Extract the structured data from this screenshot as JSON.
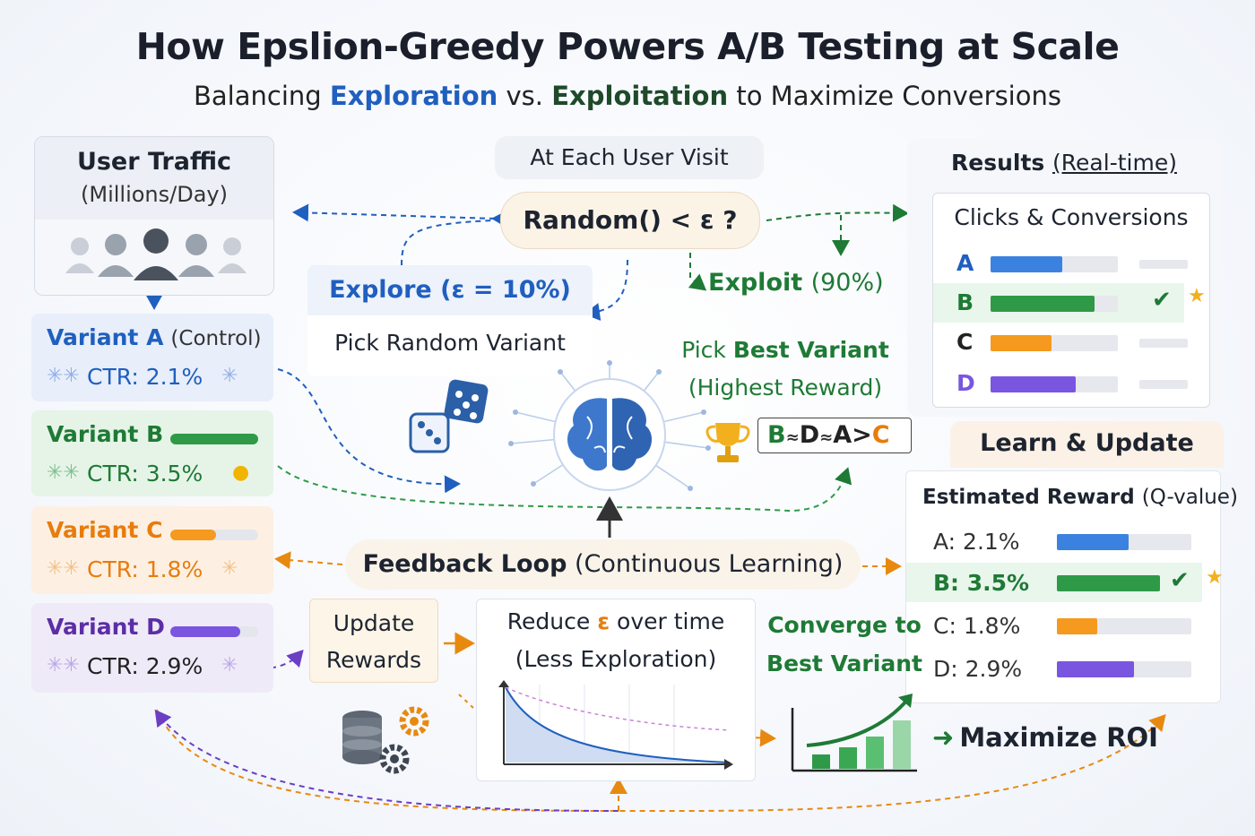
{
  "header": {
    "title": "How Epslion-Greedy Powers A/B Testing at Scale",
    "subtitle_pre": "Balancing ",
    "subtitle_exploration": "Exploration",
    "subtitle_mid": " vs. ",
    "subtitle_exploitation": "Exploitation",
    "subtitle_post": " to Maximize Conversions"
  },
  "traffic": {
    "title": "User Traffic",
    "subtitle": "(Millions/Day)"
  },
  "variants": [
    {
      "name": "Variant A",
      "note": "(Control)",
      "ctr": "CTR: 2.1%",
      "color": "#1f5fbf",
      "bg": "#e8eefa"
    },
    {
      "name": "Variant B",
      "note": "",
      "ctr": "CTR: 3.5%",
      "color": "#1e7a35",
      "bg": "#e6f4e8"
    },
    {
      "name": "Variant C",
      "note": "",
      "ctr": "CTR: 1.8%",
      "color": "#e87c0c",
      "bg": "#fdf0e2"
    },
    {
      "name": "Variant D",
      "note": "",
      "ctr": "CTR: 2.9%",
      "color": "#5b2ea6",
      "bg": "#efeaf8"
    }
  ],
  "decision": {
    "visit_label": "At Each User Visit",
    "random_check": "Random() < ε ?",
    "explore_title": "Explore (ε = 10%)",
    "explore_action": "Pick Random Variant",
    "exploit_title": "Exploit",
    "exploit_pct": "(90%)",
    "pick_best_1": "Pick",
    "pick_best_2": "Best Variant",
    "pick_best_3": "(Highest Reward)",
    "ranking": {
      "first": "B",
      "sep1": "≈",
      "second": "D",
      "sep2": "≈",
      "third": "A",
      "sep3": ">",
      "fourth": "C"
    }
  },
  "results": {
    "title": "Results",
    "title_note": "(Real-time)",
    "card_title": "Clicks & Conversions",
    "rows": [
      {
        "label": "A",
        "fill": 0.56,
        "color": "#3b82e0"
      },
      {
        "label": "B",
        "fill": 0.82,
        "color": "#2e9a47",
        "best": true
      },
      {
        "label": "C",
        "fill": 0.48,
        "color": "#f59a1e"
      },
      {
        "label": "D",
        "fill": 0.67,
        "color": "#7a55e0"
      }
    ]
  },
  "learn": {
    "title": "Learn & Update",
    "card_title": "Estimated Reward",
    "card_title_note": "(Q-value)",
    "rows": [
      {
        "label": "A:  2.1%",
        "fill": 0.53,
        "color": "#3b82e0"
      },
      {
        "label": "B:  3.5%",
        "fill": 0.75,
        "color": "#2e9a47",
        "best": true
      },
      {
        "label": "C:  1.8%",
        "fill": 0.3,
        "color": "#f59a1e"
      },
      {
        "label": "D:  2.9%",
        "fill": 0.57,
        "color": "#7a55e0"
      }
    ]
  },
  "feedback": {
    "bold": "Feedback Loop",
    "note": " (Continuous Learning)"
  },
  "update": {
    "line1": "Update",
    "line2": "Rewards"
  },
  "reduce": {
    "pre": "Reduce ",
    "eps": "ε",
    "post": " over time",
    "line2": "(Less Exploration)"
  },
  "converge": {
    "line1": "Converge to",
    "line2": "Best Variant"
  },
  "roi": {
    "label": "Maximize ROI"
  }
}
